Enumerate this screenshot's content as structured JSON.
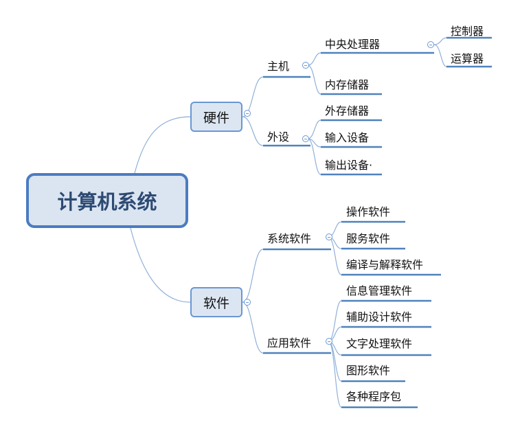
{
  "root": {
    "label": "计算机系统"
  },
  "hardware": {
    "label": "硬件",
    "host": {
      "label": "主机",
      "cpu": {
        "label": "中央处理器",
        "children": [
          "控制器",
          "运算器"
        ]
      },
      "memory": "内存储器"
    },
    "peripheral": {
      "label": "外设",
      "children": [
        "外存储器",
        "输入设备",
        "输出设备·"
      ]
    }
  },
  "software": {
    "label": "软件",
    "system": {
      "label": "系统软件",
      "children": [
        "操作软件",
        "服务软件",
        "编译与解释软件"
      ]
    },
    "application": {
      "label": "应用软件",
      "children": [
        "信息管理软件",
        "辅助设计软件",
        "文字处理软件",
        "图形软件",
        "各种程序包"
      ]
    }
  },
  "colors": {
    "line": "#4f81bd",
    "curve": "#8fb0d9",
    "root_border": "#4a7cc1",
    "root_fill": "#dbe5f1",
    "branch_fill": "#dce6f2"
  }
}
